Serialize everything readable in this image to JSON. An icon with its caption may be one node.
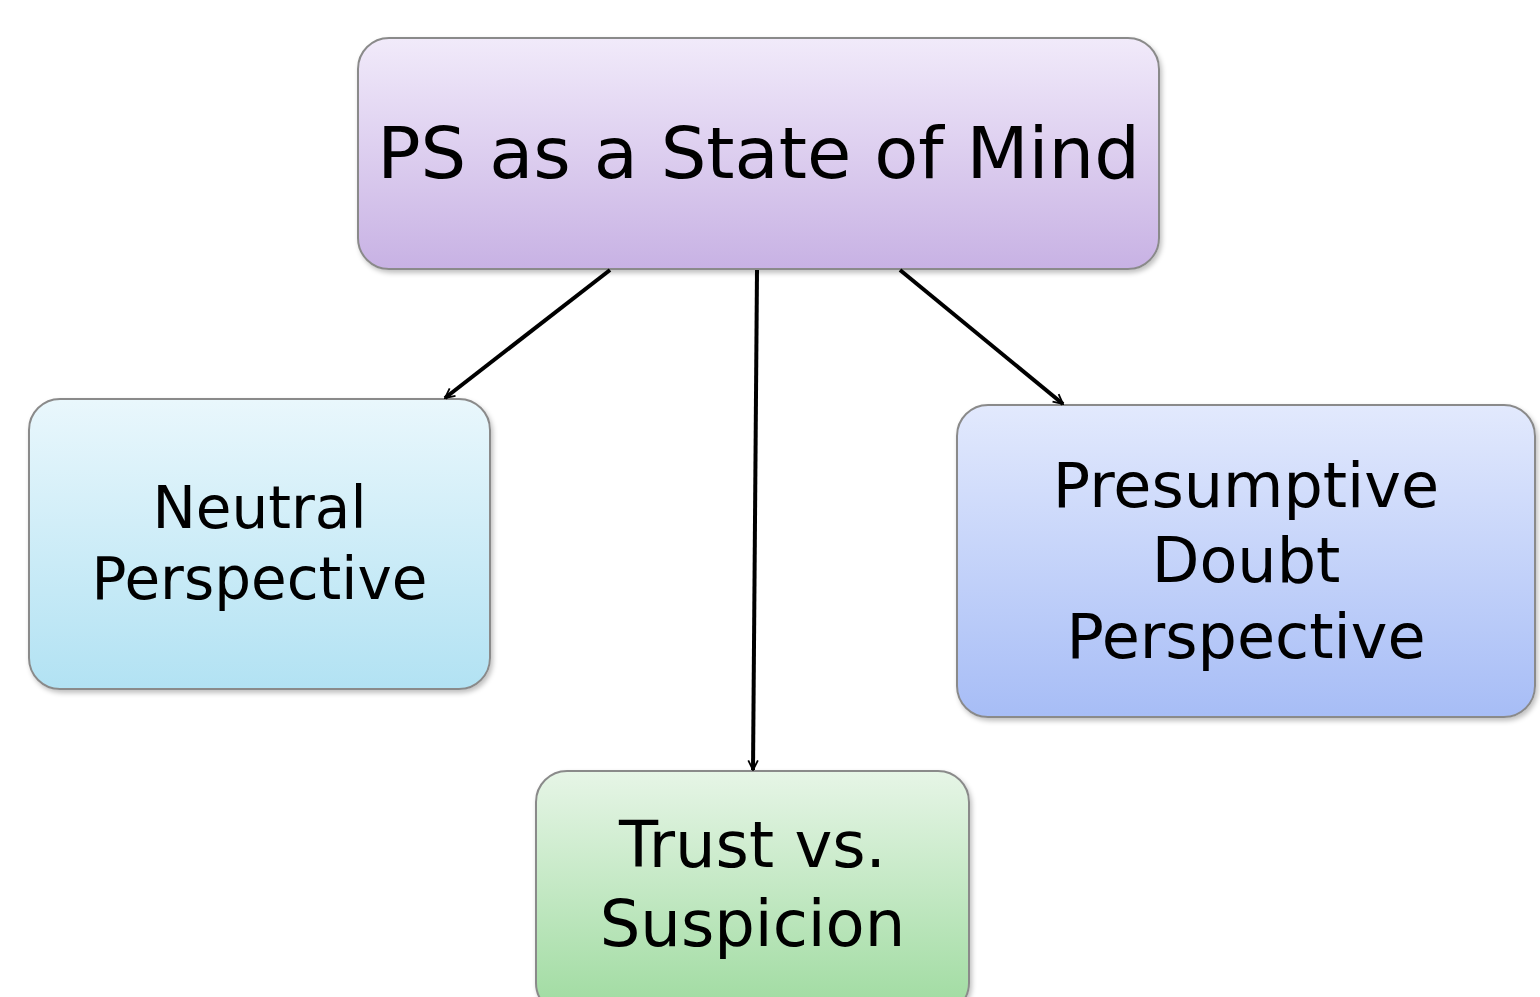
{
  "diagram": {
    "nodes": [
      {
        "text": [
          "PS as a State of Mind"
        ]
      },
      {
        "text": [
          "Neutral Perspective"
        ]
      },
      {
        "text": [
          "Trust vs. Suspicion"
        ]
      },
      {
        "text": [
          "Presumptive Doubt Perspective"
        ]
      }
    ],
    "edges": [
      {
        "from": 0,
        "to": 1,
        "arrow": "to"
      },
      {
        "from": 0,
        "to": 2,
        "arrow": "to"
      },
      {
        "from": 0,
        "to": 3,
        "arrow": "to"
      }
    ]
  }
}
